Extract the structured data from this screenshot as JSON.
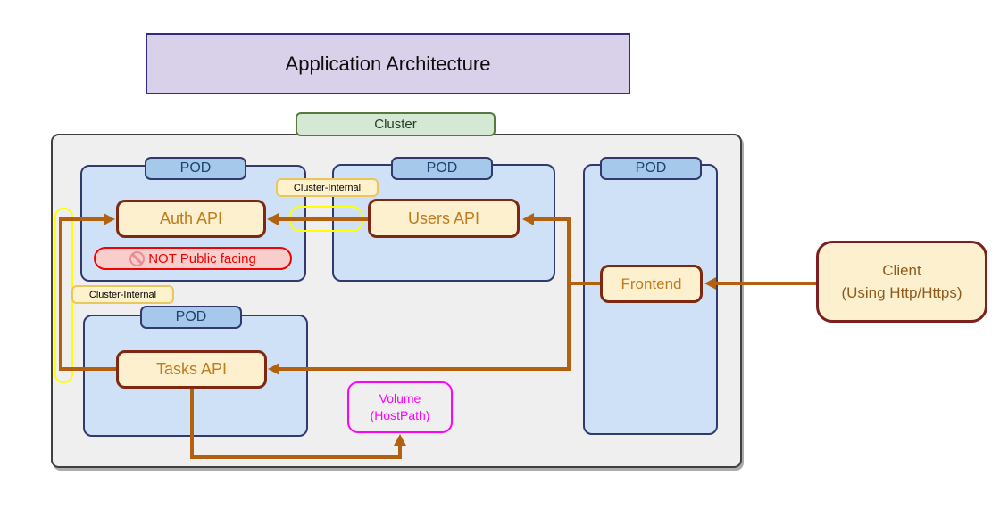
{
  "title": {
    "label": "Application Architecture"
  },
  "cluster": {
    "label": "Cluster"
  },
  "pods": [
    {
      "header": "POD",
      "service": "Auth API"
    },
    {
      "header": "POD",
      "service": "Users API"
    },
    {
      "header": "POD",
      "service": "Frontend"
    },
    {
      "header": "POD",
      "service": "Tasks API"
    }
  ],
  "warning": {
    "label": "NOT Public facing",
    "icon": "no-entry"
  },
  "connection_labels": {
    "users_to_auth": "Cluster-Internal",
    "tasks_to_auth": "Cluster-Internal"
  },
  "volume": {
    "line1": "Volume",
    "line2": "(HostPath)"
  },
  "client": {
    "line1": "Client",
    "line2": "(Using Http/Https)"
  },
  "colors": {
    "arrow": "#b3610e",
    "pod_fill": "#cfe1f6",
    "pod_header_fill": "#a6c8eb",
    "pod_border": "#32396b",
    "service_fill": "#fcf0ce",
    "service_border": "#7e2811",
    "service_text": "#bf7b1c",
    "warning_fill": "#f8cecc",
    "warning_border": "#f40000",
    "cluster_fill": "#efefef",
    "cluster_label_fill": "#d5e8d4",
    "cluster_label_border": "#56793f",
    "title_fill": "#d9d0ea",
    "title_border": "#352a82",
    "highlight_yellow": "#ffff00",
    "internal_label_fill": "#fdf2cb",
    "internal_label_border": "#e9c75e",
    "volume_accent": "#ff00ff",
    "client_border": "#7b1f1f"
  }
}
